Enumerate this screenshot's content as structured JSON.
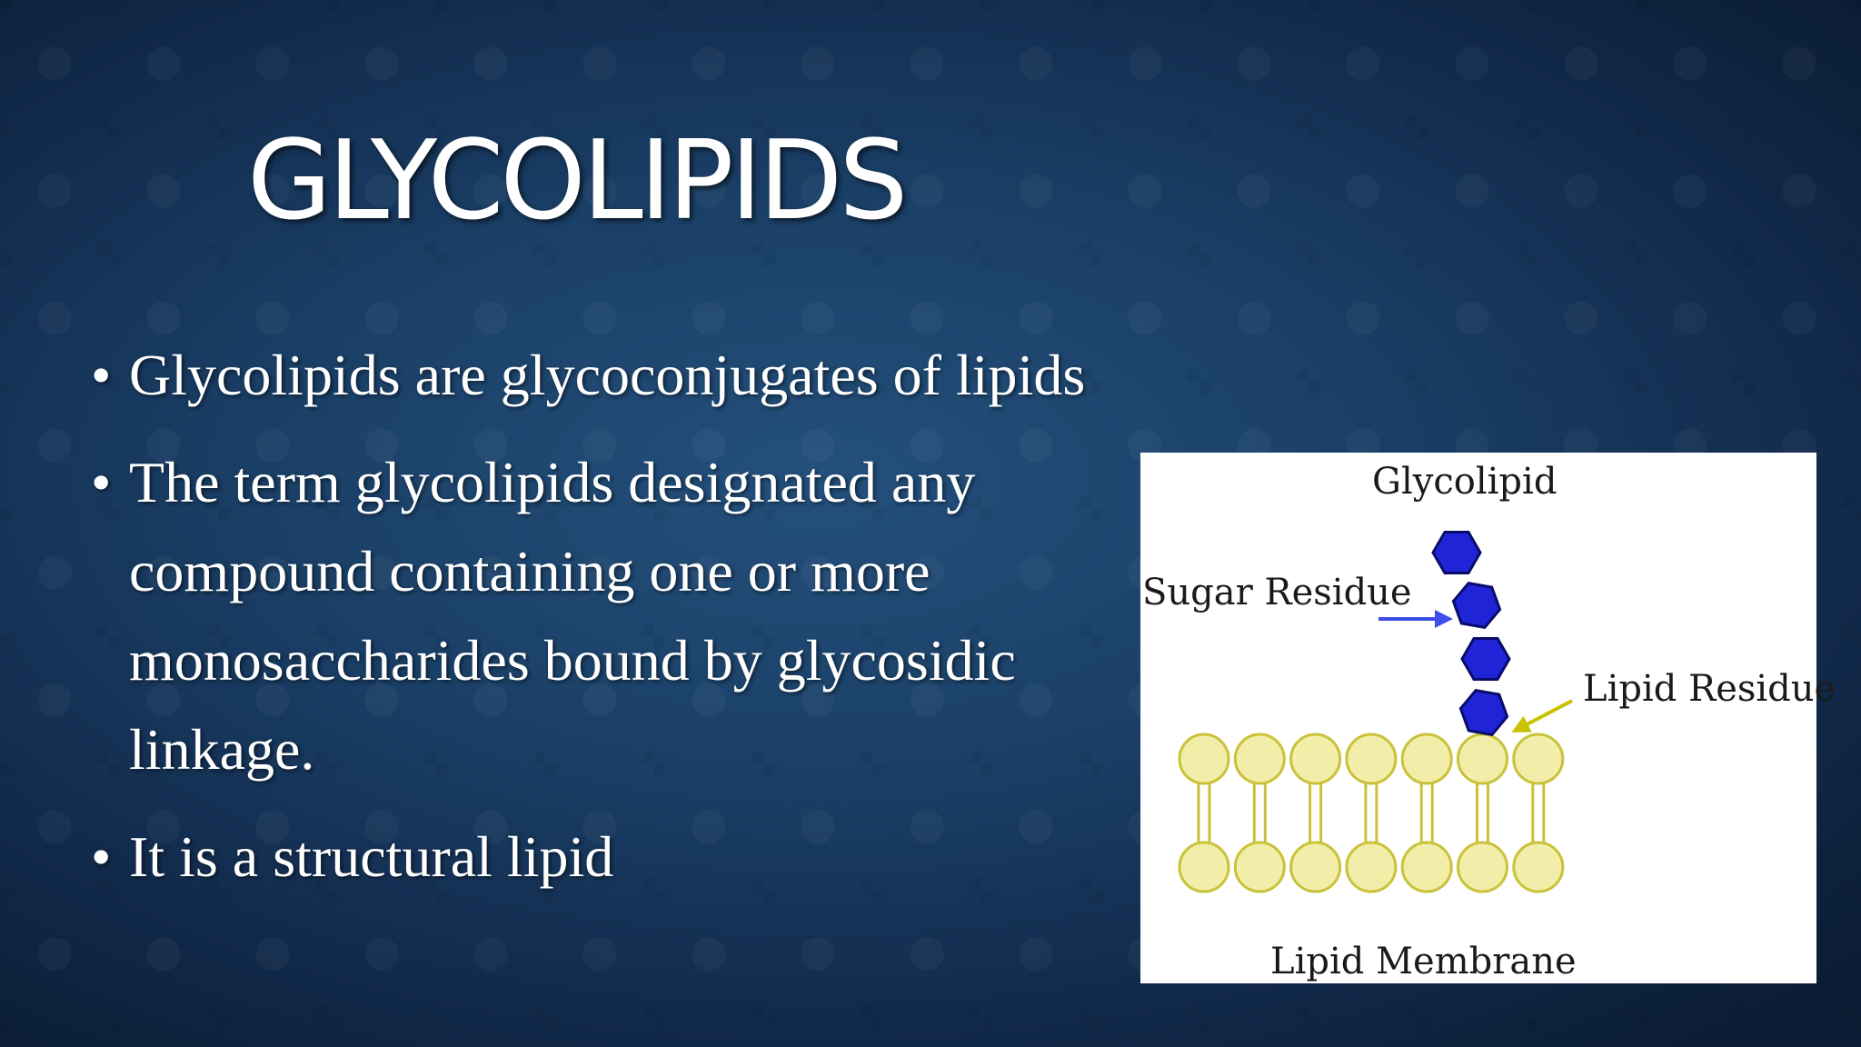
{
  "slide": {
    "title": "GLYCOLIPIDS",
    "bullet_char": "•",
    "bullets": [
      {
        "lines": [
          "Glycolipids  are glycoconjugates of lipids"
        ]
      },
      {
        "lines": [
          "The term glycolipids designated any",
          "compound containing one or more",
          "monosaccharides bound by glycosidic",
          "linkage."
        ]
      },
      {
        "lines": [
          "It is a structural lipid"
        ]
      }
    ]
  },
  "figure": {
    "labels": {
      "glycolipid": "Glycolipid",
      "sugar_residue": "Sugar Residue",
      "lipid_residue": "Lipid Residue",
      "lipid_membrane": "Lipid Membrane"
    },
    "colors": {
      "sugar_fill": "#1f24d6",
      "sugar_stroke": "#0a0c6a",
      "lipid_fill": "#f2eeaa",
      "lipid_stroke": "#c9c23a",
      "sugar_arrow": "#3f4ee8",
      "lipid_arrow": "#c9c200"
    },
    "sugar_count": 4,
    "lipid_heads_per_layer": 7
  }
}
